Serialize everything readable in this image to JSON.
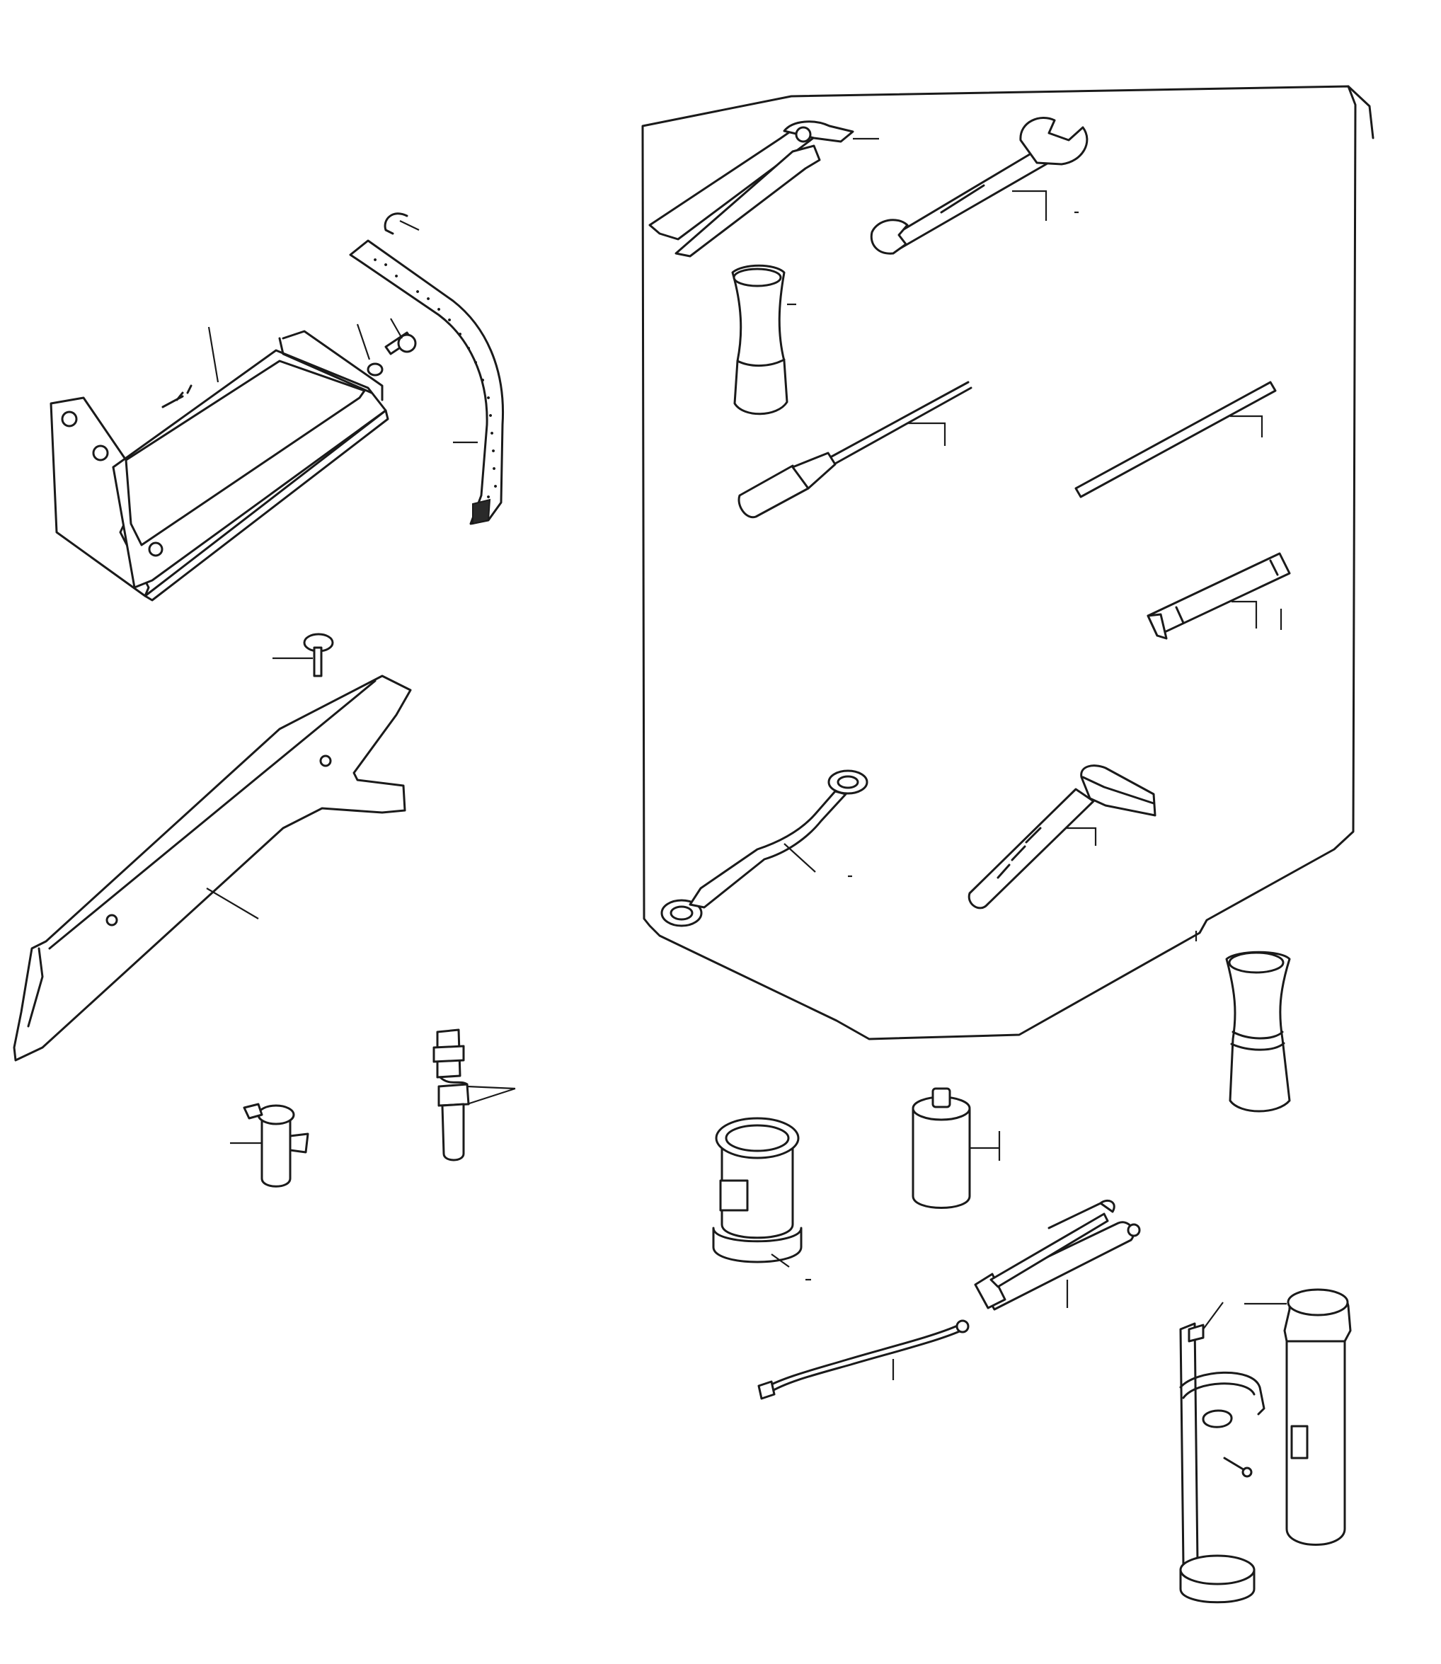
{
  "diagram": {
    "background": "#ffffff",
    "ink": "#1a1a1a",
    "parts": [
      {
        "id": "tool-tray-bracket"
      },
      {
        "id": "hook-clip"
      },
      {
        "id": "support-arm"
      },
      {
        "id": "wing-bolt"
      },
      {
        "id": "tool-roll-panel"
      },
      {
        "id": "slip-joint-pliers"
      },
      {
        "id": "open-end-wrench"
      },
      {
        "id": "socket-tube-upper"
      },
      {
        "id": "screwdriver"
      },
      {
        "id": "tommy-bar"
      },
      {
        "id": "hex-socket-bit"
      },
      {
        "id": "offset-ring-spanner"
      },
      {
        "id": "hammer"
      },
      {
        "id": "socket-tube-lower"
      },
      {
        "id": "grease-tin"
      },
      {
        "id": "oil-bottle"
      },
      {
        "id": "grease-gun"
      },
      {
        "id": "flexible-hose"
      },
      {
        "id": "fire-extinguisher"
      },
      {
        "id": "extinguisher-bracket"
      },
      {
        "id": "tow-pin"
      },
      {
        "id": "spark-plug"
      },
      {
        "id": "curved-lever"
      }
    ]
  }
}
